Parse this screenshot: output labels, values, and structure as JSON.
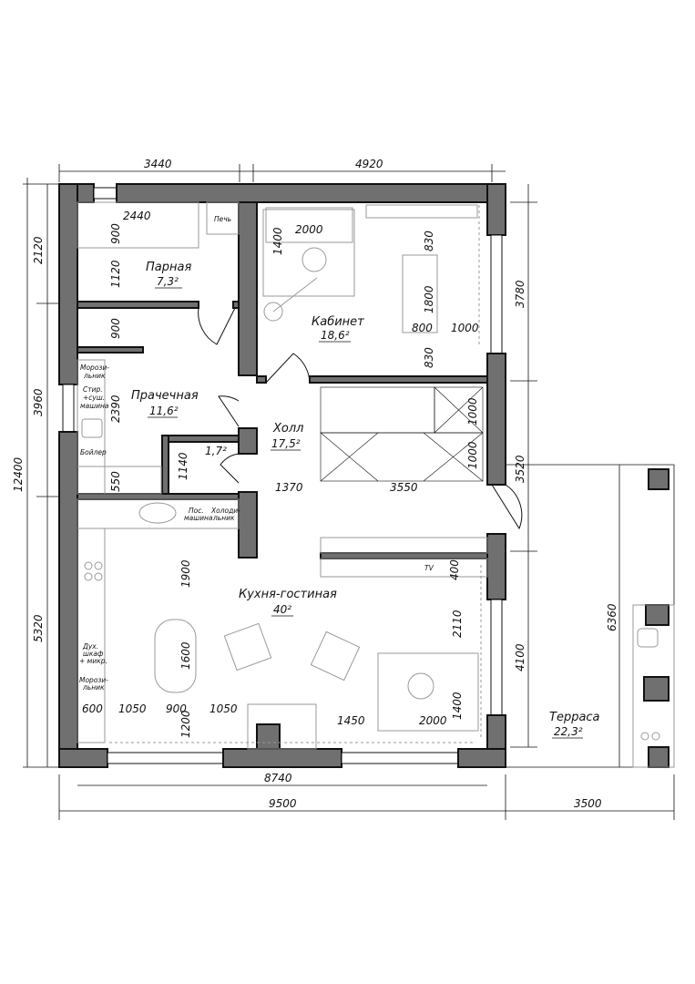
{
  "rooms": {
    "parnaya": {
      "name": "Парная",
      "area": "7,3²"
    },
    "kabinet": {
      "name": "Кабинет",
      "area": "18,6²"
    },
    "prachechnaya": {
      "name": "Прачечная",
      "area": "11,6²"
    },
    "wc": {
      "area": "1,7²"
    },
    "holl": {
      "name": "Холл",
      "area": "17,5²"
    },
    "kuhnya": {
      "name": "Кухня-гостиная",
      "area": "40²"
    },
    "terrasa": {
      "name": "Терраса",
      "area": "22,3²"
    }
  },
  "fixtures": {
    "pech": "Печь",
    "freezer1": [
      "Морози-",
      "льник"
    ],
    "washer": [
      "Стир.",
      "+суш.",
      "машина"
    ],
    "boiler": "Бойлер",
    "dishwasher": [
      "Пос.",
      "машина"
    ],
    "fridge": [
      "Холоди-",
      "льник"
    ],
    "oven": [
      "Дух.",
      "шкаф",
      "+ микр."
    ],
    "freezer2": [
      "Морози-",
      "льник"
    ],
    "tv": "TV"
  },
  "dimensions": {
    "top_left": "3440",
    "top_right": "4920",
    "left_1": "2120",
    "left_2": "3960",
    "left_3": "5320",
    "left_total": "12400",
    "right_1": "3780",
    "right_2": "3520",
    "right_3": "4100",
    "terrace_h": "6360",
    "bottom_inner": "8740",
    "bottom_total": "9500",
    "bottom_terrace": "3500",
    "p_2440": "2440",
    "p_900": "900",
    "p_1120": "1120",
    "l_900": "900",
    "l_2390": "2390",
    "l_550": "550",
    "wc_1140": "1140",
    "k_2000": "2000",
    "k_1400": "1400",
    "k_830a": "830",
    "k_1800": "1800",
    "k_800": "800",
    "k_1000": "1000",
    "k_830b": "830",
    "h_1000a": "1000",
    "h_1000b": "1000",
    "h_1370": "1370",
    "h_3550": "3550",
    "kg_1900": "1900",
    "kg_1600": "1600",
    "kg_1200": "1200",
    "kg_600": "600",
    "kg_1050a": "1050",
    "kg_900": "900",
    "kg_1050b": "1050",
    "kg_400": "400",
    "kg_2110": "2110",
    "kg_1400": "1400",
    "kg_1450": "1450",
    "kg_2000": "2000"
  }
}
